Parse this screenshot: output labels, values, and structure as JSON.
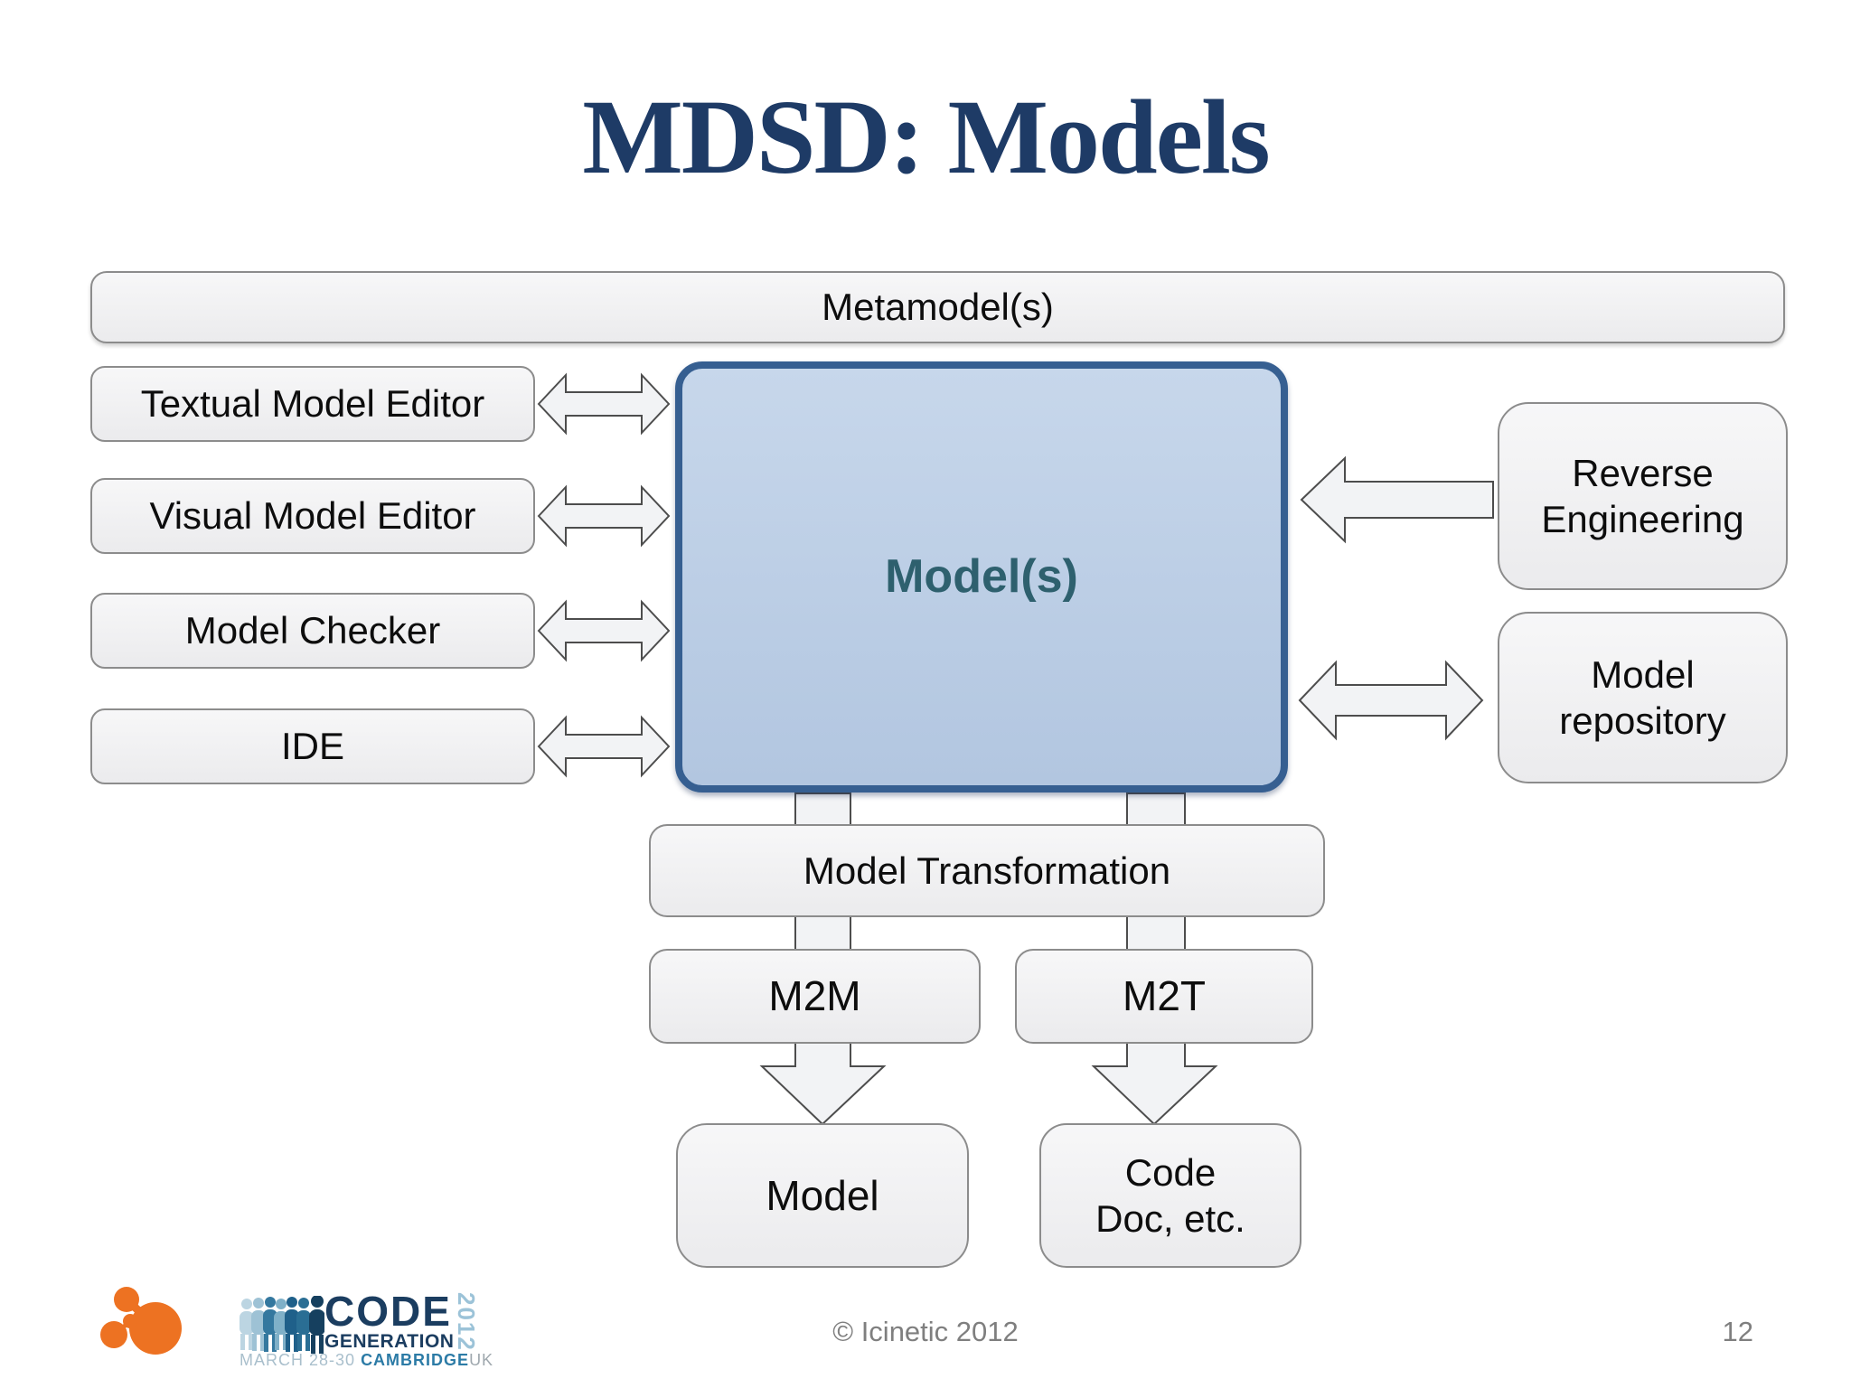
{
  "title": "MDSD: Models",
  "diagram": {
    "metamodel_label": "Metamodel(s)",
    "left_tools": [
      "Textual Model Editor",
      "Visual Model Editor",
      "Model Checker",
      "IDE"
    ],
    "models_label": "Model(s)",
    "reverse_engineering": {
      "line1": "Reverse",
      "line2": "Engineering"
    },
    "model_repository": {
      "line1": "Model",
      "line2": "repository"
    },
    "transformation_label": "Model Transformation",
    "m2m_label": "M2M",
    "m2t_label": "M2T",
    "model_output_label": "Model",
    "code_output": {
      "line1": "Code",
      "line2": "Doc, etc."
    }
  },
  "footer": {
    "copyright": "© Icinetic 2012",
    "page_number": "12"
  },
  "logos": {
    "icinetic_molecule": "icinetic-molecule-logo",
    "codegen": {
      "code": "CODE",
      "generation": "GENERATION",
      "year": "2012",
      "dates": "MARCH 28-30",
      "city": "CAMBRIDGE",
      "country": "UK"
    }
  },
  "colors": {
    "title_text": "#1e3b66",
    "models_fill": "#b9cce4",
    "models_border": "#365f91",
    "models_text": "#2e606e",
    "box_fill": "#f2f2f3",
    "box_border": "#8c8c8c",
    "arrow_fill": "#f2f3f5",
    "arrow_stroke": "#4d4d4d",
    "footer_text": "#7f7f7f",
    "logo_orange": "#ED7222",
    "logo_navy": "#1b3d60",
    "logo_lightblue": "#9cc3d8",
    "logo_teal": "#2c7ba6",
    "logo_gray": "#9fa8ae"
  }
}
